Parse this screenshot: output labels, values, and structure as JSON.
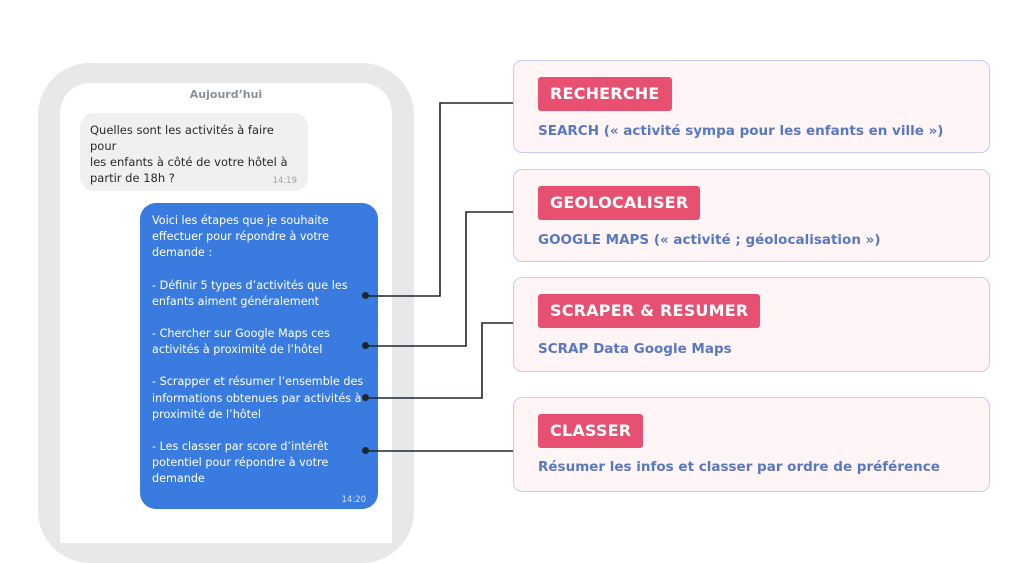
{
  "chat": {
    "day_label": "Aujourd’hui",
    "incoming": {
      "text": "Quelles sont les activités à faire pour\nles enfants à côté de votre hôtel à\npartir de 18h ?",
      "time": "14:19"
    },
    "outgoing": {
      "intro": "Voici les étapes que je souhaite\neffectuer pour répondre à votre\ndemande :",
      "steps": [
        "- Définir 5 types d’activités que les\nenfants aiment généralement",
        "- Chercher sur Google Maps ces\nactivités à proximité de l’hôtel",
        "- Scrapper et résumer l’ensemble des\ninformations obtenues par activités à\nproximité de l’hôtel",
        "- Les classer par score d’intérêt\npotentiel pour répondre à votre\ndemande"
      ],
      "time": "14:20"
    }
  },
  "cards": [
    {
      "tag": "RECHERCHE",
      "desc": "SEARCH (« activité sympa pour les enfants en ville »)"
    },
    {
      "tag": "GEOLOCALISER",
      "desc": "GOOGLE MAPS (« activité ; géolocalisation »)"
    },
    {
      "tag": "SCRAPER & RESUMER",
      "desc": "SCRAP Data Google Maps"
    },
    {
      "tag": "CLASSER",
      "desc": "Résumer les infos et classer par ordre de préférence"
    }
  ],
  "colors": {
    "bubble_out": "#3a7be0",
    "tag": "#e85071",
    "card_bg": "#fff4f6",
    "card_border": "#c9cbee",
    "desc_text": "#5878c4",
    "connector": "#1e2530"
  }
}
